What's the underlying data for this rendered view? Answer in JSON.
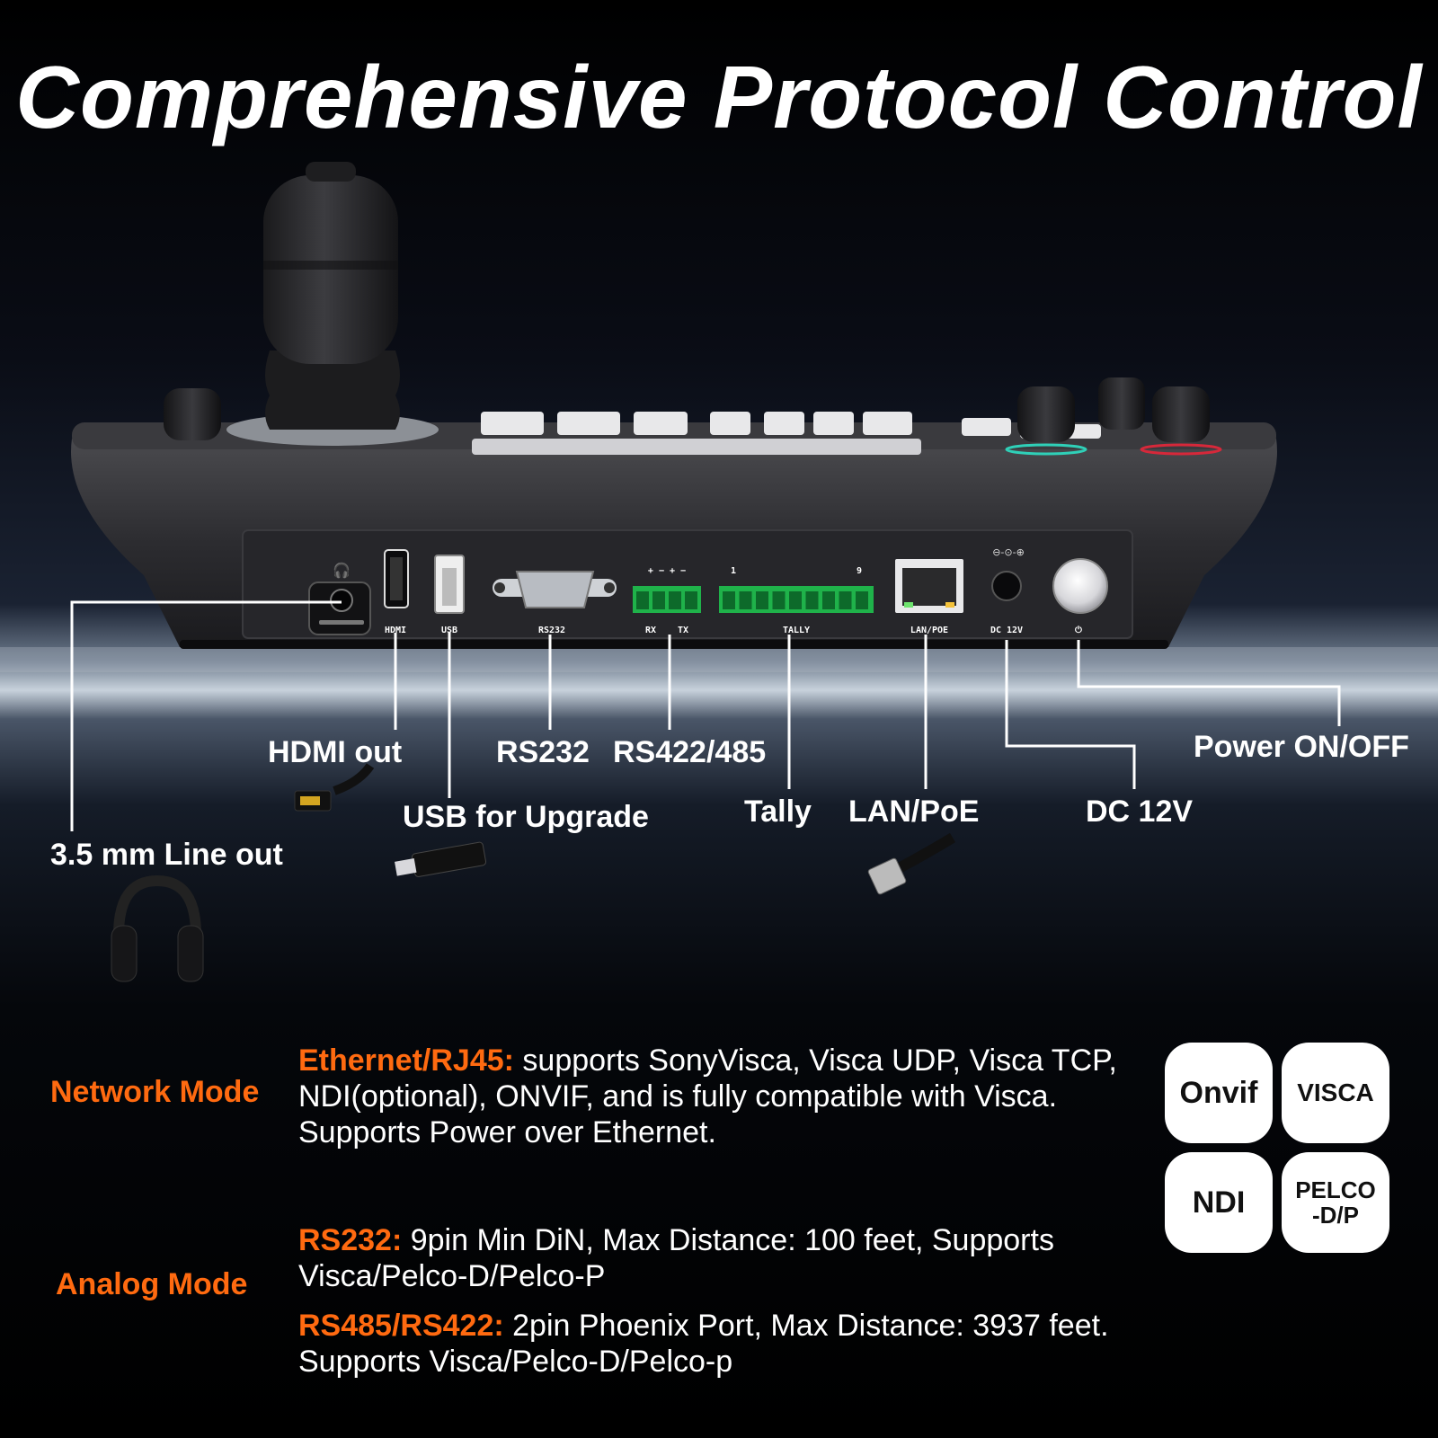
{
  "title": "Comprehensive Protocol Control",
  "device": {
    "port_labels": {
      "hdmi": "HDMI",
      "usb": "USB",
      "rs232": "RS232",
      "rx": "RX",
      "tx": "TX",
      "tally": "TALLY",
      "tally_start": "1",
      "tally_end": "9",
      "rs_signs": "+ − + −",
      "lan": "LAN/POE",
      "dc": "DC 12V",
      "power": "⏻"
    }
  },
  "callouts": {
    "line_out": "3.5 mm Line out",
    "hdmi_out": "HDMI out",
    "usb_upgrade": "USB for Upgrade",
    "rs232": "RS232",
    "rs422": "RS422/485",
    "tally": "Tally",
    "lan_poe": "LAN/PoE",
    "dc12v": "DC 12V",
    "power": "Power ON/OFF"
  },
  "modes": {
    "network": {
      "label": "Network Mode",
      "key": "Ethernet/RJ45:",
      "text": " supports SonyVisca, Visca UDP, Visca TCP, NDI(optional), ONVIF, and is fully compatible with Visca. Supports Power over Ethernet."
    },
    "analog": {
      "label": "Analog Mode",
      "rs232_key": "RS232:",
      "rs232_text": " 9pin Min DiN, Max Distance: 100 feet, Supports Visca/Pelco-D/Pelco-P",
      "rs485_key": "RS485/RS422:",
      "rs485_text": " 2pin Phoenix Port, Max Distance: 3937 feet. Supports Visca/Pelco-D/Pelco-p"
    }
  },
  "badges": [
    {
      "label": "Onvif"
    },
    {
      "label": "VISCA"
    },
    {
      "label": "NDI"
    },
    {
      "label": "PELCO\n-D/P"
    }
  ],
  "colors": {
    "accent": "#ff6a10",
    "terminal_green": "#1fb24a",
    "background": "#000000"
  }
}
